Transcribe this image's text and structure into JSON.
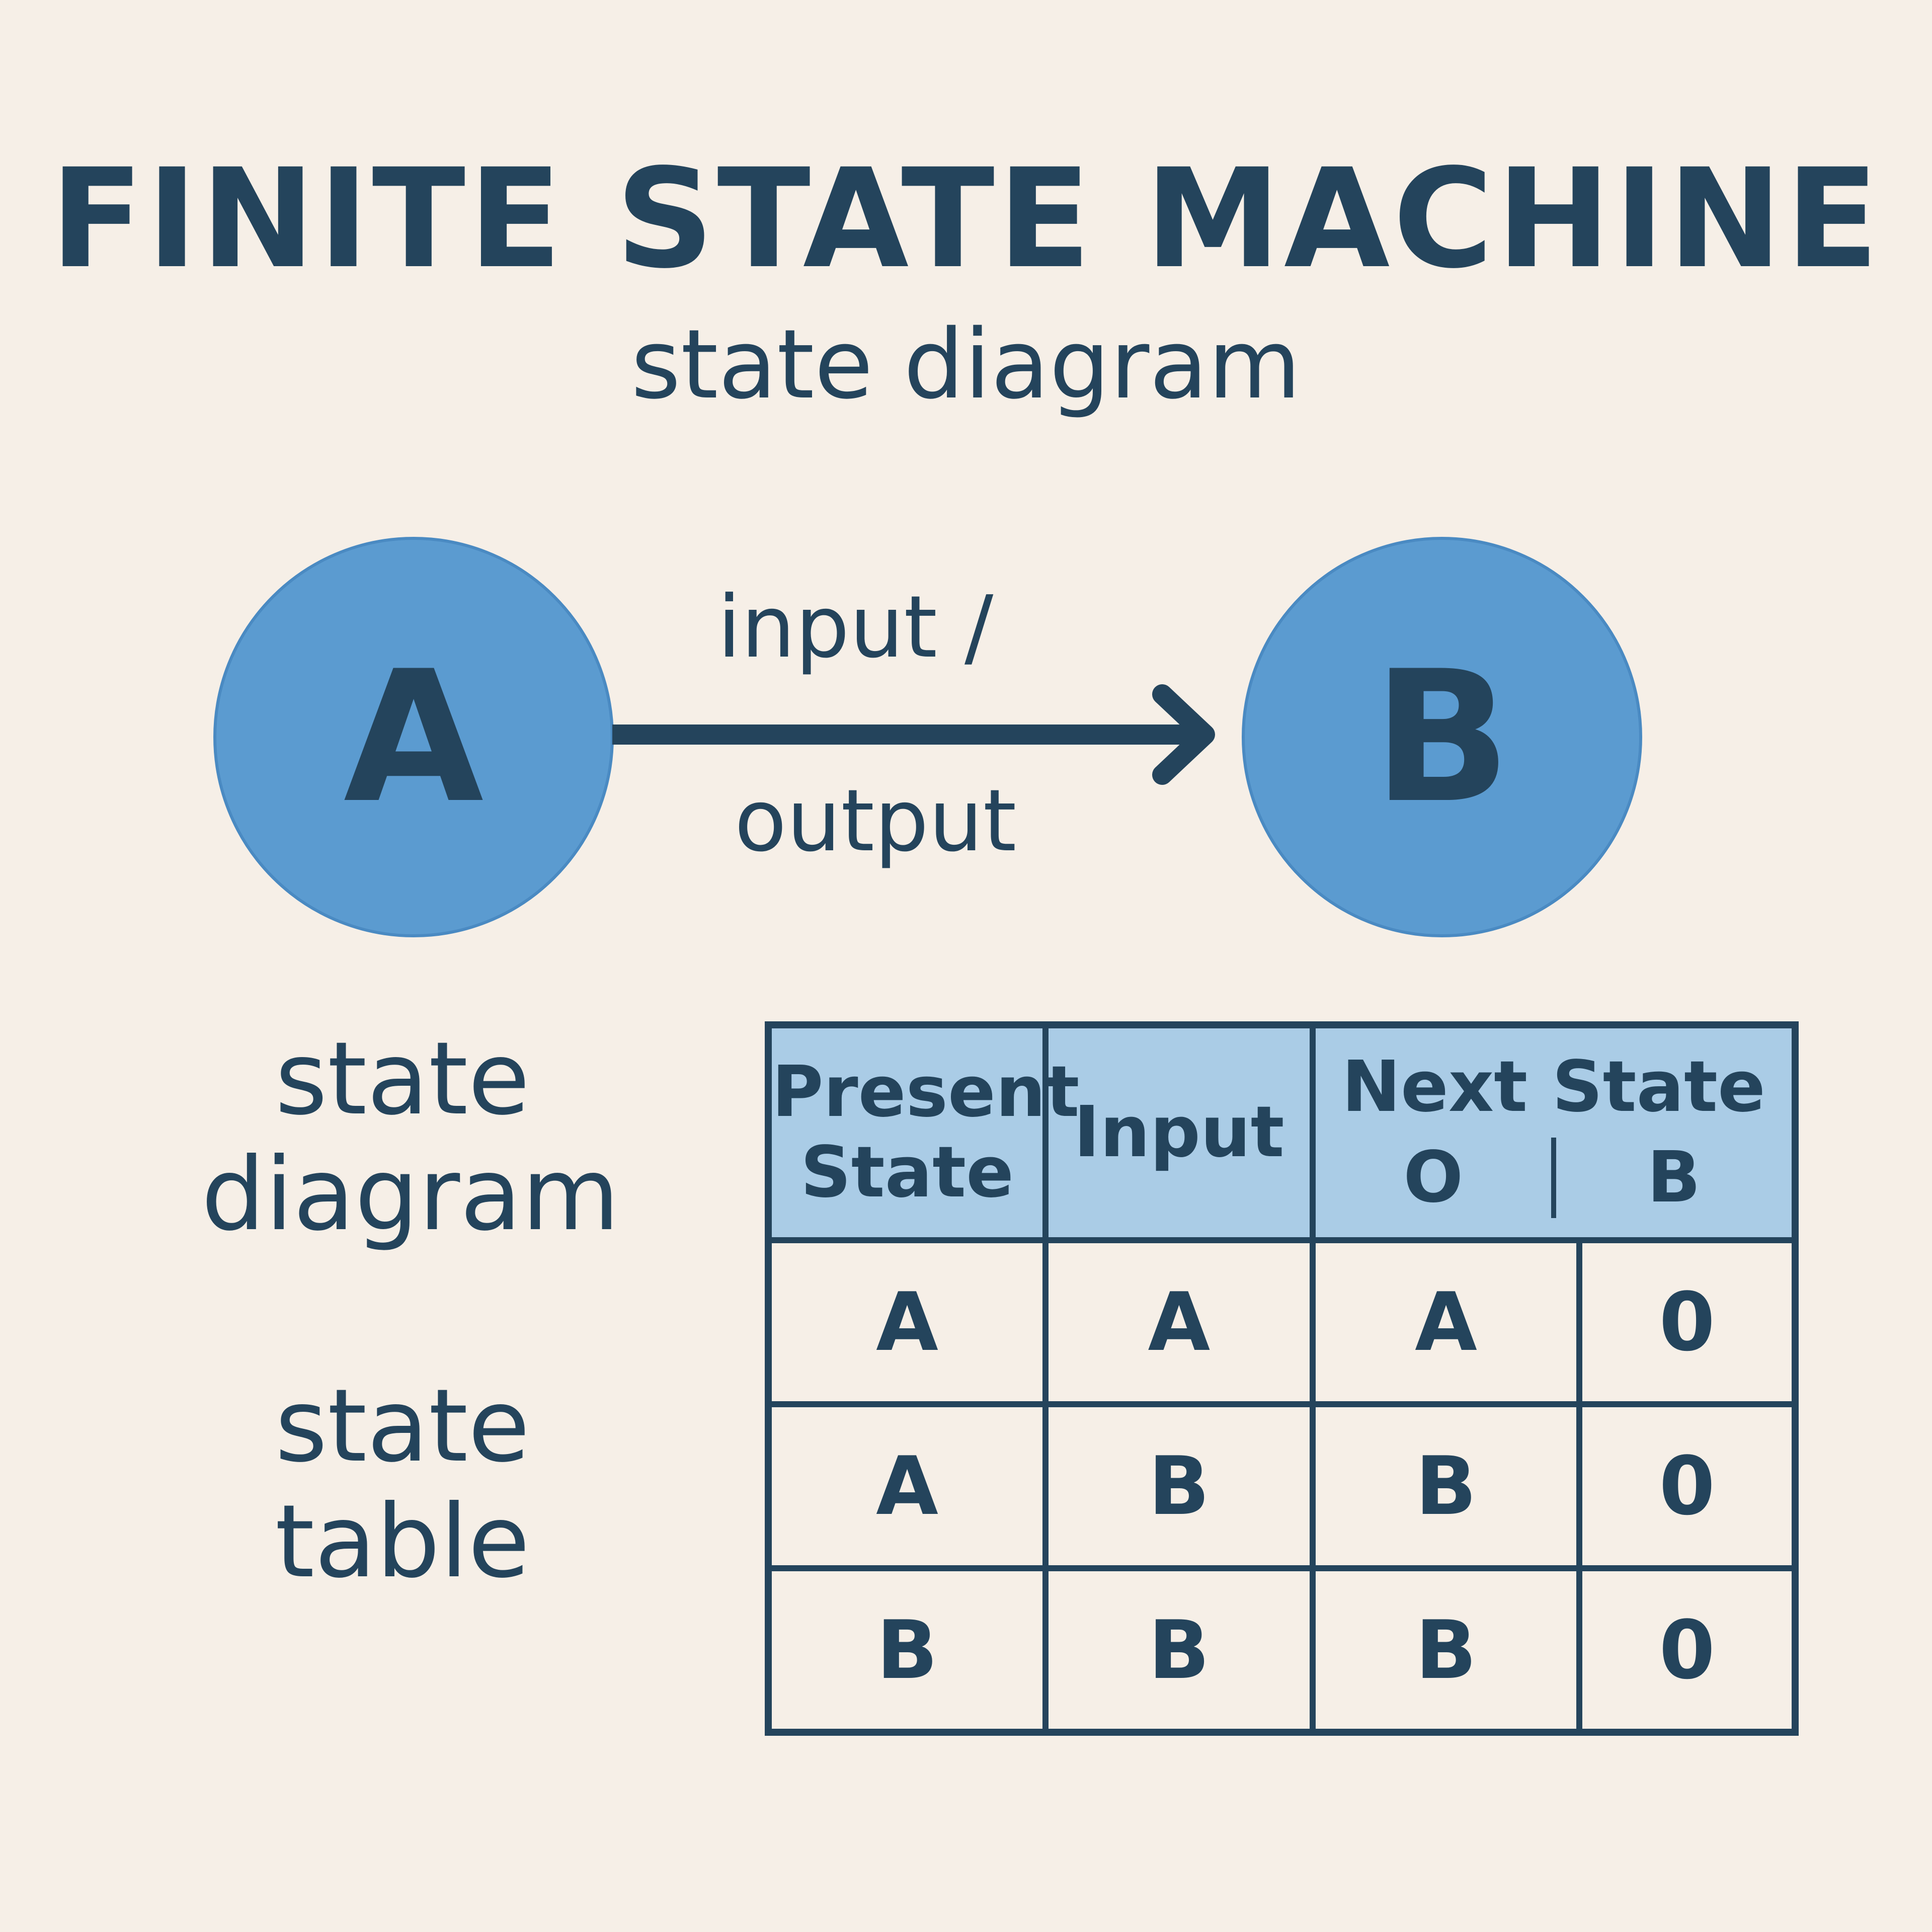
{
  "title": "FINITE STATE MACHINE",
  "subtitle": "state diagram",
  "diagram": {
    "states": [
      {
        "id": "A",
        "label": "A"
      },
      {
        "id": "B",
        "label": "B"
      }
    ],
    "transition": {
      "from": "A",
      "to": "B",
      "label_top": "input /",
      "label_bottom": "output"
    },
    "colors": {
      "state_fill": "#5b9bd0",
      "ink": "#24445c",
      "background": "#f6efe7",
      "table_header": "#aacce6"
    }
  },
  "side_labels": {
    "first": [
      "state",
      "diagram"
    ],
    "second": [
      "state",
      "table"
    ]
  },
  "table": {
    "headers": {
      "present_state": [
        "Present",
        "State"
      ],
      "input": "Input",
      "next_state": "Next State",
      "next_state_sub": [
        "O",
        "B"
      ]
    },
    "rows": [
      [
        "A",
        "A",
        "A",
        "0"
      ],
      [
        "A",
        "B",
        "B",
        "0"
      ],
      [
        "B",
        "B",
        "B",
        "0"
      ]
    ]
  }
}
